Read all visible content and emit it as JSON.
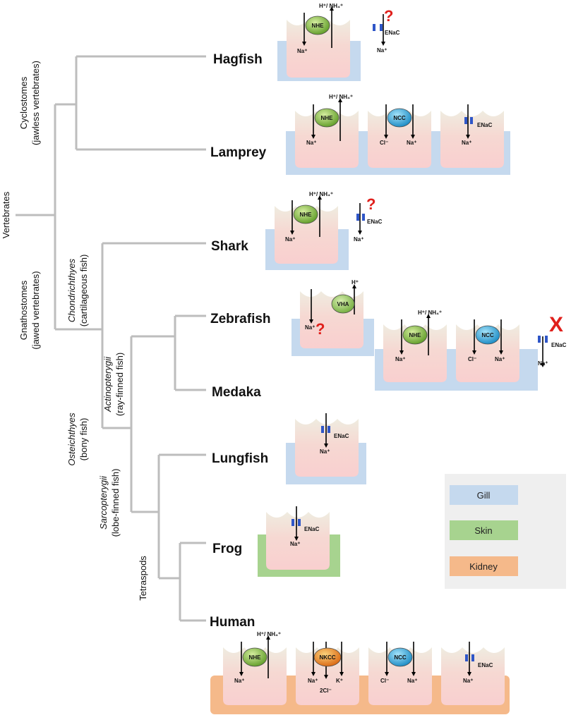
{
  "clades": {
    "vertebrates": "Vertebrates",
    "cyclostomes_1": "Cyclostomes",
    "cyclostomes_2": "(jawless vertebrates)",
    "gnathostomes_1": "Gnathostomes",
    "gnathostomes_2": "(jawed vertebrates)",
    "chondrichthyes_1": "Chondrichthyes",
    "chondrichthyes_2": "(cartilageous fish)",
    "osteichthyes_1": "Osteichthyes",
    "osteichthyes_2": "(bony fish)",
    "actinopterygii_1": "Actinopterygii",
    "actinopterygii_2": "(ray-finned fish)",
    "sarcopterygii_1": "Sarcopterygii",
    "sarcopterygii_2": "(lobe-finned fish)",
    "tetraspods": "Tetraspods"
  },
  "species": {
    "hagfish": "Hagfish",
    "lamprey": "Lamprey",
    "shark": "Shark",
    "zebrafish": "Zebrafish",
    "medaka": "Medaka",
    "lungfish": "Lungfish",
    "frog": "Frog",
    "human": "Human"
  },
  "transporters": {
    "nhe": "NHE",
    "ncc": "NCC",
    "vha": "VHA",
    "nkcc": "NKCC",
    "enac": "ENaC"
  },
  "ions": {
    "h_nh4": "H⁺/ NH₄⁺",
    "na": "Na⁺",
    "cl": "Cl⁻",
    "k": "K⁺",
    "h": "H⁺",
    "two_cl": "2Cl⁻"
  },
  "marks": {
    "unknown": "?",
    "absent": "X"
  },
  "legend": {
    "gill": "Gill",
    "skin": "Skin",
    "kidney": "Kidney"
  },
  "colors": {
    "gill": "#c5d9ee",
    "skin": "#a7d38f",
    "kidney": "#f5b98a",
    "cell": "#f8d3d2",
    "nhe": "#8fc34c",
    "ncc": "#3cb5e6",
    "vha": "#9ccf6a",
    "nkcc": "#f19a2a",
    "enac": "#2f56c8",
    "question": "#e0201c"
  }
}
